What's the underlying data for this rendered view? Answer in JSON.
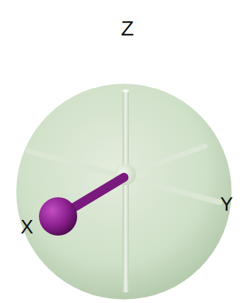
{
  "diagram": {
    "labels": [
      "Z",
      "X",
      "Y"
    ]
  }
}
